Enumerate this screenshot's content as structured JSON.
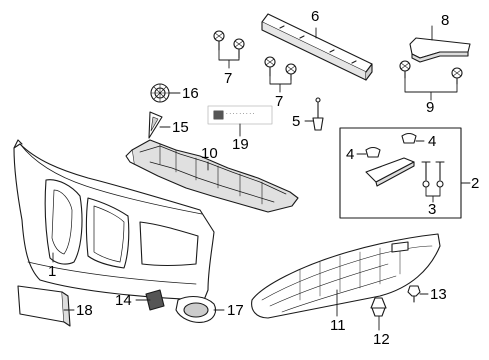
{
  "colors": {
    "stroke": "#1a1a1a",
    "fill": "#ffffff",
    "shade": "#d9d9d9",
    "dark": "#555555"
  },
  "callouts": {
    "c1": "1",
    "c2": "2",
    "c3": "3",
    "c4a": "4",
    "c4b": "4",
    "c5": "5",
    "c6": "6",
    "c7a": "7",
    "c7b": "7",
    "c8": "8",
    "c9": "9",
    "c10": "10",
    "c11": "11",
    "c12": "12",
    "c13": "13",
    "c14": "14",
    "c15": "15",
    "c16": "16",
    "c17": "17",
    "c18": "18",
    "c19": "19"
  }
}
